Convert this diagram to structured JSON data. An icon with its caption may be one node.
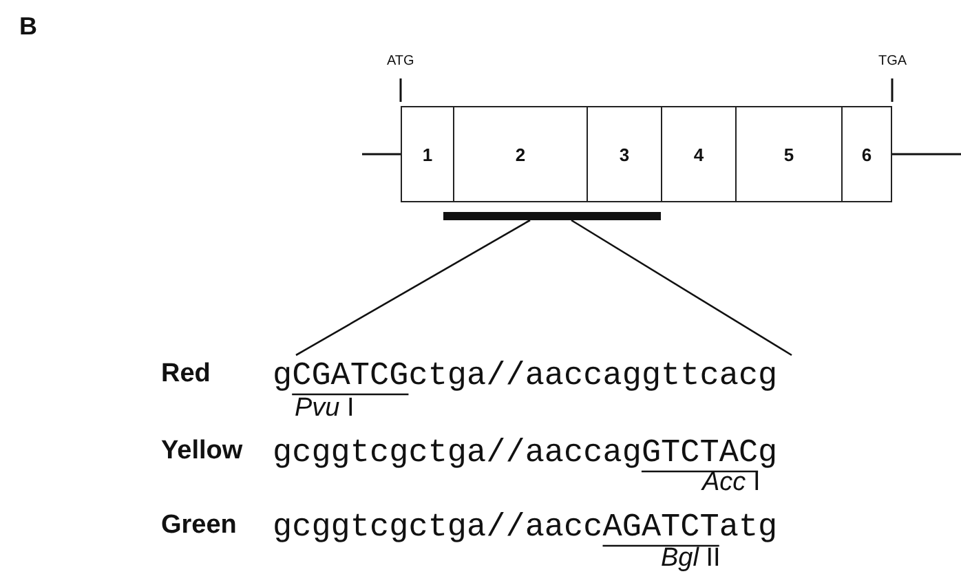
{
  "diagram": {
    "nodes": [
      {
        "text": [
          "1"
        ]
      },
      {
        "text": [
          "2"
        ]
      },
      {
        "text": [
          "3"
        ]
      },
      {
        "text": [
          "4"
        ]
      },
      {
        "text": [
          "5"
        ]
      },
      {
        "text": [
          "6"
        ]
      }
    ],
    "labels": [
      "B",
      "ATG",
      "TGA",
      "Red",
      "gCGATCGctga//aaccaggttcacg",
      "*Pvu* I",
      "Yellow",
      "gcggtcgctga//aaccagGTCTACg",
      "*Acc* I",
      "Green",
      "gcggtcgctga//aaccAGATCTatg",
      "*Bgl* II"
    ]
  }
}
